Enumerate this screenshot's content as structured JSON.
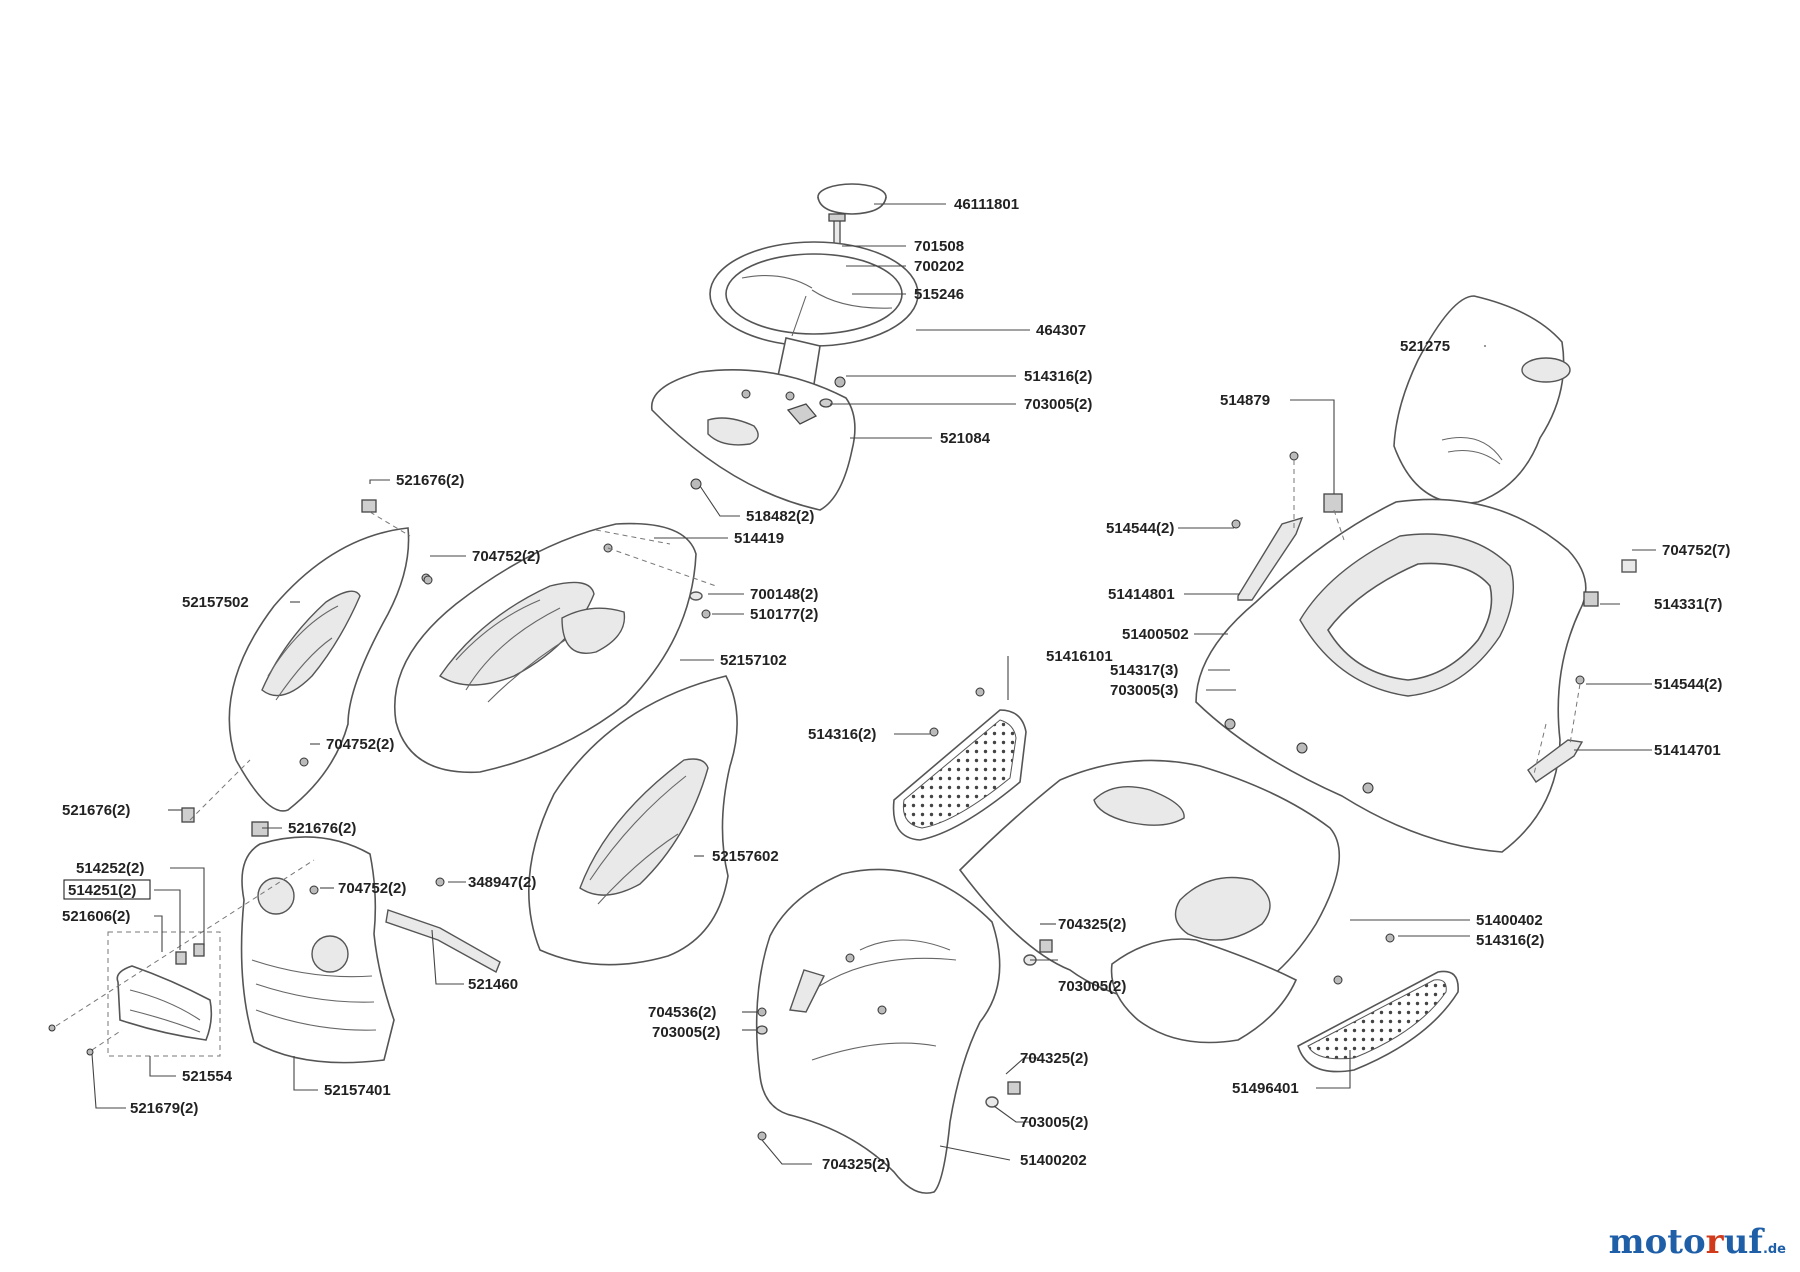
{
  "brand": {
    "part1": "moto",
    "part2": "r",
    "part3": "uf",
    "tld": ".de"
  },
  "labels": {
    "l46111801": "46111801",
    "l701508": "701508",
    "l700202": "700202",
    "l515246": "515246",
    "l464307": "464307",
    "l514316_a": "514316(2)",
    "l703005_a": "703005(2)",
    "l521084": "521084",
    "l518482": "518482(2)",
    "l521676_a": "521676(2)",
    "l514419": "514419",
    "l704752_a": "704752(2)",
    "l52157502": "52157502",
    "l700148": "700148(2)",
    "l510177": "510177(2)",
    "l52157102": "52157102",
    "l704752_b": "704752(2)",
    "l521676_b": "521676(2)",
    "l521676_c": "521676(2)",
    "l514252": "514252(2)",
    "l514251": "514251(2)",
    "l521606": "521606(2)",
    "l704752_c": "704752(2)",
    "l348947": "348947(2)",
    "l521460": "521460",
    "l52157602": "52157602",
    "l521554": "521554",
    "l52157401": "52157401",
    "l521679": "521679(2)",
    "l521275": "521275",
    "l514879": "514879",
    "l514544_a": "514544(2)",
    "l704752_d": "704752(7)",
    "l51414801": "51414801",
    "l514331": "514331(7)",
    "l51400502": "51400502",
    "l51416101": "51416101",
    "l514317": "514317(3)",
    "l703005_b": "703005(3)",
    "l514544_b": "514544(2)",
    "l514316_b": "514316(2)",
    "l51414701": "51414701",
    "l704325_a": "704325(2)",
    "l51400402": "51400402",
    "l514316_c": "514316(2)",
    "l703005_c": "703005(2)",
    "l704536": "704536(2)",
    "l703005_d": "703005(2)",
    "l704325_b": "704325(2)",
    "l703005_e": "703005(2)",
    "l51496401": "51496401",
    "l704325_c": "704325(2)",
    "l51400202": "51400202"
  }
}
